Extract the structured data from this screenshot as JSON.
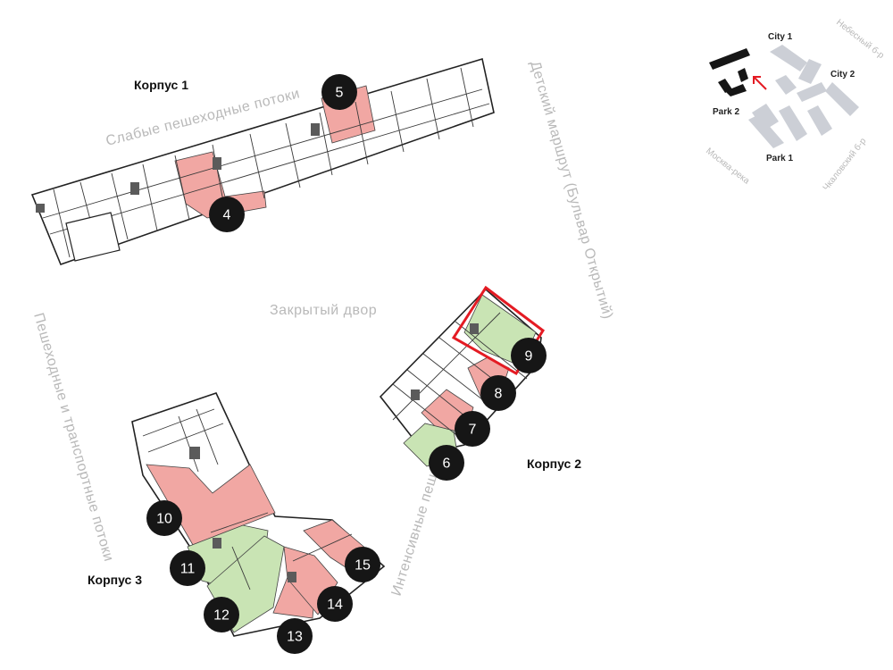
{
  "colors": {
    "sold": "#f1a7a3",
    "available": "#c9e4b4",
    "marker": "#161616",
    "highlight": "#e41b23",
    "road": "#b9b9b9",
    "mini_building": "#cccfd6"
  },
  "buildings": {
    "b1": "Корпус 1",
    "b2": "Корпус 2",
    "b3": "Корпус 3"
  },
  "streets": {
    "weak_flows": "Слабые пешеходные потоки",
    "childrens_route": "Детский маршрут (Бульвар Открытий)",
    "closed_yard": "Закрытый двор",
    "pedestrian_transport": "Пешеходные и транспортные потоки",
    "intensive_flows": "Интенсивные пешеходные потоки"
  },
  "minimap": {
    "city1": "City 1",
    "city2": "City 2",
    "park1": "Park 1",
    "park2": "Park 2",
    "nebesny": "Небесный б-р",
    "chkalovsky": "Чкаловский б-р",
    "moskva_reka": "Москва-река",
    "arrow_icon": "arrow-up-left-icon"
  },
  "units": [
    {
      "id": "4",
      "status": "sold"
    },
    {
      "id": "5",
      "status": "sold"
    },
    {
      "id": "6",
      "status": "available"
    },
    {
      "id": "7",
      "status": "sold"
    },
    {
      "id": "8",
      "status": "sold"
    },
    {
      "id": "9",
      "status": "available",
      "selected": true
    },
    {
      "id": "10",
      "status": "sold"
    },
    {
      "id": "11",
      "status": "available"
    },
    {
      "id": "12",
      "status": "available"
    },
    {
      "id": "13",
      "status": "sold"
    },
    {
      "id": "14",
      "status": "sold"
    },
    {
      "id": "15",
      "status": "sold"
    }
  ],
  "markers": {
    "m4": "4",
    "m5": "5",
    "m6": "6",
    "m7": "7",
    "m8": "8",
    "m9": "9",
    "m10": "10",
    "m11": "11",
    "m12": "12",
    "m13": "13",
    "m14": "14",
    "m15": "15"
  }
}
